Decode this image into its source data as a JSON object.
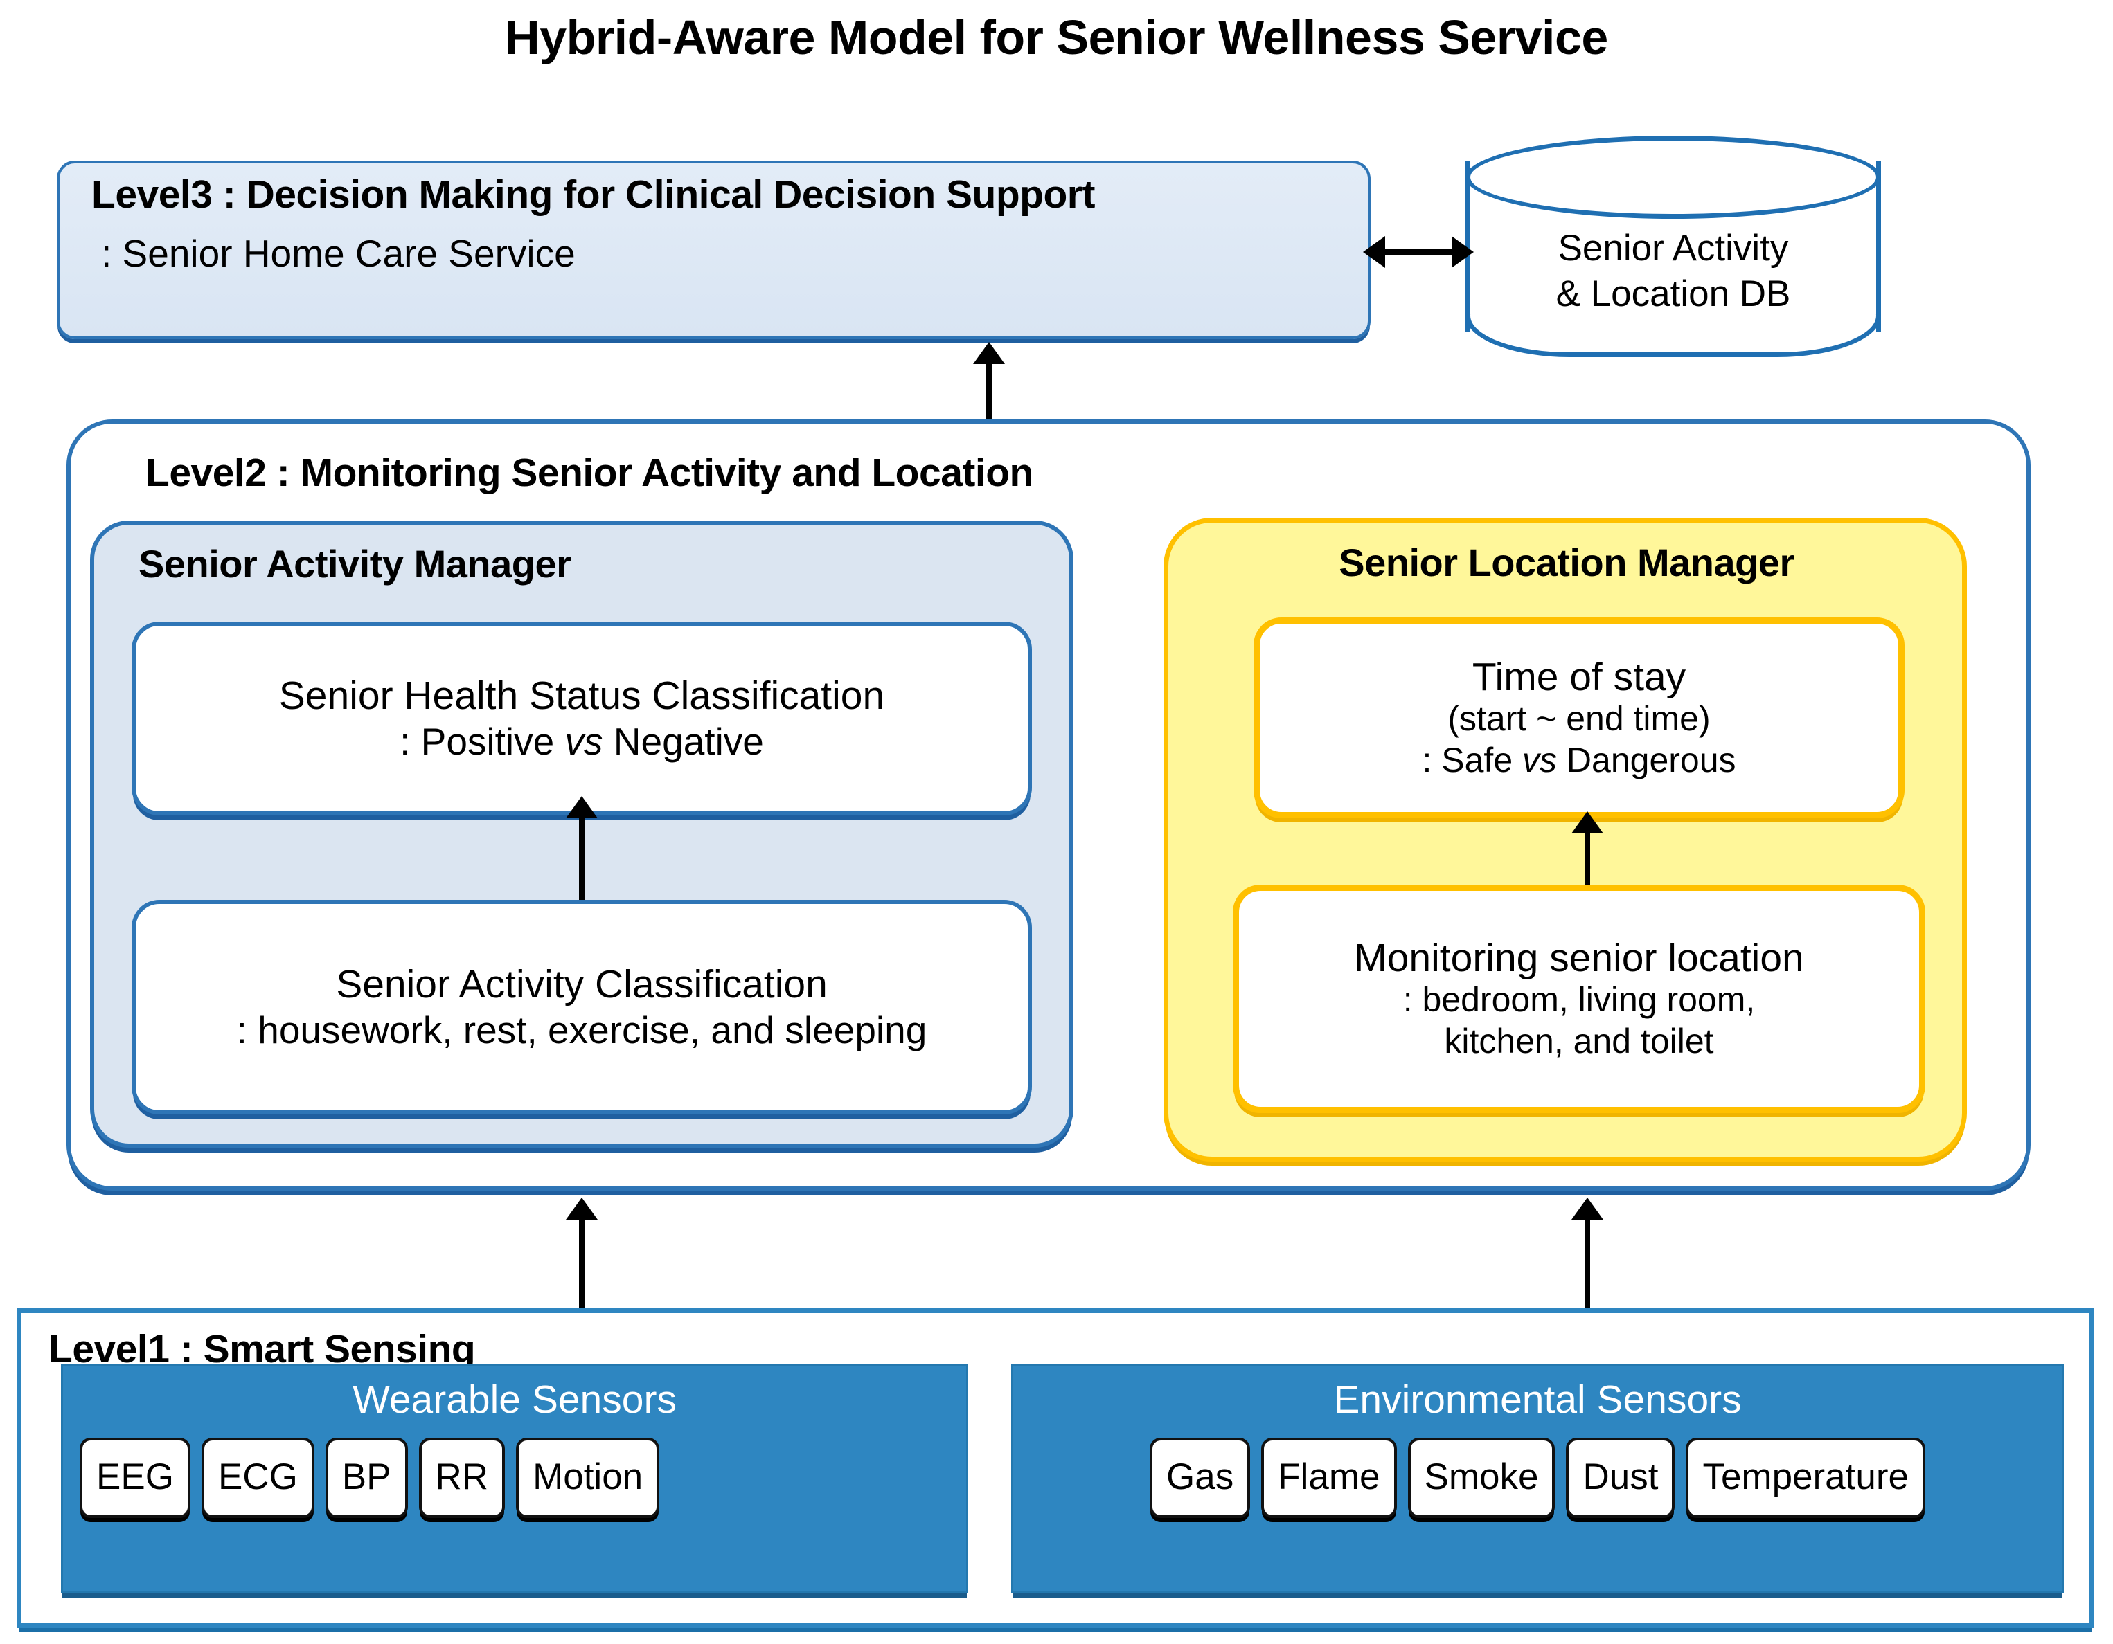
{
  "title": "Hybrid-Aware Model for Senior Wellness Service",
  "level3": {
    "heading": "Level3 : Decision Making for Clinical Decision Support",
    "subheading": ": Senior Home Care Service"
  },
  "database": {
    "label_line1": "Senior Activity",
    "label_line2": "& Location DB",
    "icon": "database-cylinder-icon"
  },
  "level2": {
    "heading": "Level2 : Monitoring Senior Activity and Location",
    "activity_manager": {
      "heading": "Senior Activity Manager",
      "boxes": [
        {
          "line1": "Senior Health Status Classification",
          "line2_pre": ":  Positive ",
          "line2_em": "vs",
          "line2_post": " Negative"
        },
        {
          "line1": "Senior Activity Classification",
          "line2": ": housework,  rest,  exercise,  and sleeping"
        }
      ]
    },
    "location_manager": {
      "heading": "Senior Location Manager",
      "boxes": [
        {
          "line1": "Time of stay",
          "line2": "(start ~ end time)",
          "line3_pre": ": Safe ",
          "line3_em": "vs",
          "line3_post": " Dangerous"
        },
        {
          "line1": "Monitoring senior location",
          "line2": ": bedroom,  living room,",
          "line3": "kitchen, and toilet"
        }
      ]
    }
  },
  "level1": {
    "heading": "Level1 : Smart Sensing",
    "groups": [
      {
        "name": "Wearable Sensors",
        "chips": [
          "EEG",
          "ECG",
          "BP",
          "RR",
          "Motion"
        ]
      },
      {
        "name": "Environmental Sensors",
        "chips": [
          "Gas",
          "Flame",
          "Smoke",
          "Dust",
          "Temperature"
        ]
      }
    ]
  },
  "colors": {
    "blue_border": "#2E75B6",
    "blue_fill": "#DBE5F1",
    "blue_solid": "#2E86C1",
    "yellow_border": "#FFC000",
    "yellow_fill": "#FFF79A",
    "white": "#FFFFFF",
    "black": "#000000"
  },
  "connectors": [
    {
      "from": "level3",
      "to": "database",
      "direction": "bidirectional",
      "orientation": "horizontal"
    },
    {
      "from": "level3",
      "to": "level2",
      "direction": "bidirectional",
      "orientation": "vertical"
    },
    {
      "from": "senior-health-status-classification",
      "to": "senior-activity-classification",
      "direction": "bidirectional",
      "orientation": "vertical"
    },
    {
      "from": "time-of-stay",
      "to": "monitoring-senior-location",
      "direction": "bidirectional",
      "orientation": "vertical"
    },
    {
      "from": "senior-activity-classification",
      "to": "level1",
      "direction": "bidirectional",
      "orientation": "vertical"
    },
    {
      "from": "monitoring-senior-location",
      "to": "level1",
      "direction": "bidirectional",
      "orientation": "vertical"
    }
  ]
}
